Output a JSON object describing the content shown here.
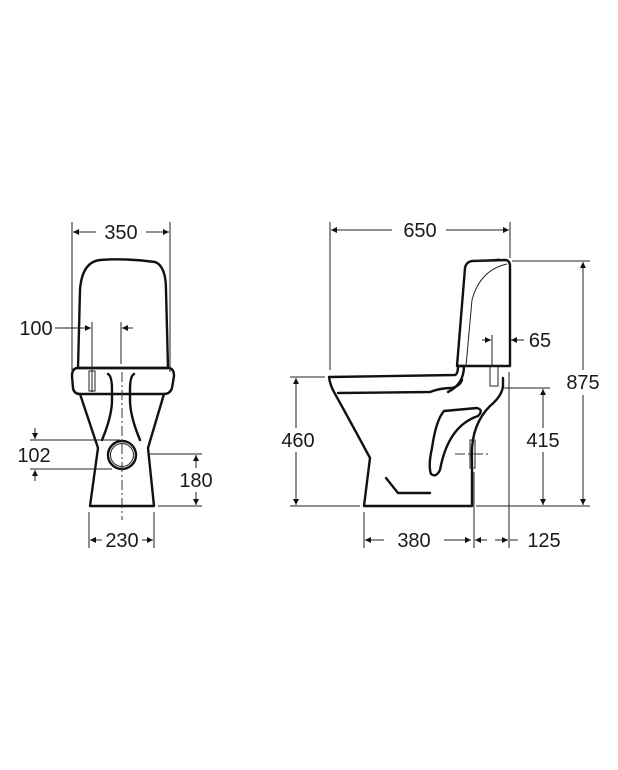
{
  "drawing": {
    "front_view": {
      "dimensions": {
        "width_total": "350",
        "inlet_offset": "100",
        "outlet_diameter": "102",
        "outlet_height": "180",
        "base_width": "230"
      }
    },
    "side_view": {
      "dimensions": {
        "depth_total": "650",
        "inlet_offset": "65",
        "total_height": "875",
        "seat_height": "460",
        "inlet_height": "415",
        "base_depth": "380",
        "outlet_to_wall": "125"
      }
    },
    "colors": {
      "line": "#111111",
      "background": "#ffffff"
    }
  }
}
